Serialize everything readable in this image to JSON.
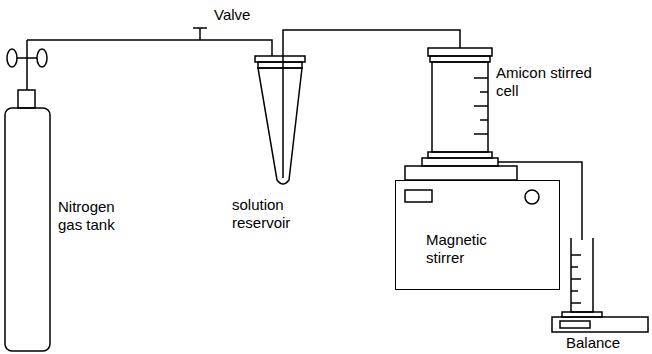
{
  "diagram": {
    "nodes": [
      {
        "text": [
          "Magnetic stirrer"
        ]
      }
    ],
    "labels": [
      "Valve",
      "Nitrogen gas tank",
      "solution reservoir",
      "Amicon stirred cell",
      "Balance"
    ]
  }
}
